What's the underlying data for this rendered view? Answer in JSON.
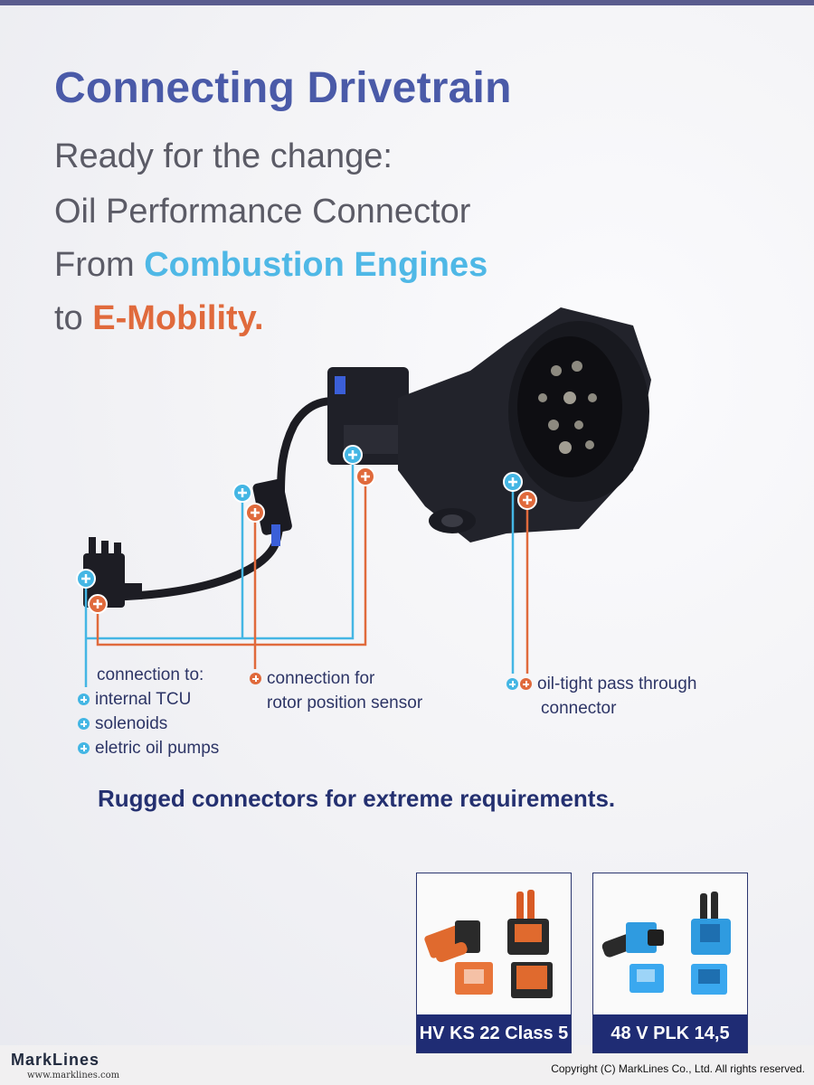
{
  "poster": {
    "title": "Connecting Drivetrain",
    "lines": {
      "l1": "Ready for the change:",
      "l2": "Oil Performance Connector",
      "l3_prefix": "From ",
      "l3_highlight": "Combustion Engines",
      "l4_prefix": "to ",
      "l4_highlight": "E-Mobility."
    },
    "captions": {
      "left_heading": "connection to:",
      "left_items": [
        "internal TCU",
        "solenoids",
        "eletric oil pumps"
      ],
      "middle": [
        "connection for",
        "rotor position sensor"
      ],
      "right": [
        "oil-tight pass through",
        "connector"
      ]
    },
    "rugged": "Rugged connectors for extreme requirements.",
    "products": [
      {
        "label": "HV KS 22 Class 5",
        "accent": "#e06a2e"
      },
      {
        "label": "48 V PLK 14,5",
        "accent": "#2f9be0"
      }
    ]
  },
  "colors": {
    "title": "#4a5aa8",
    "blue": "#44b6e4",
    "orange": "#e06a3c",
    "navy": "#1f2c74"
  },
  "watermark": {
    "logo": "MarkLines",
    "url": "www.marklines.com",
    "copyright": "Copyright (C) MarkLines Co., Ltd. All rights reserved."
  }
}
